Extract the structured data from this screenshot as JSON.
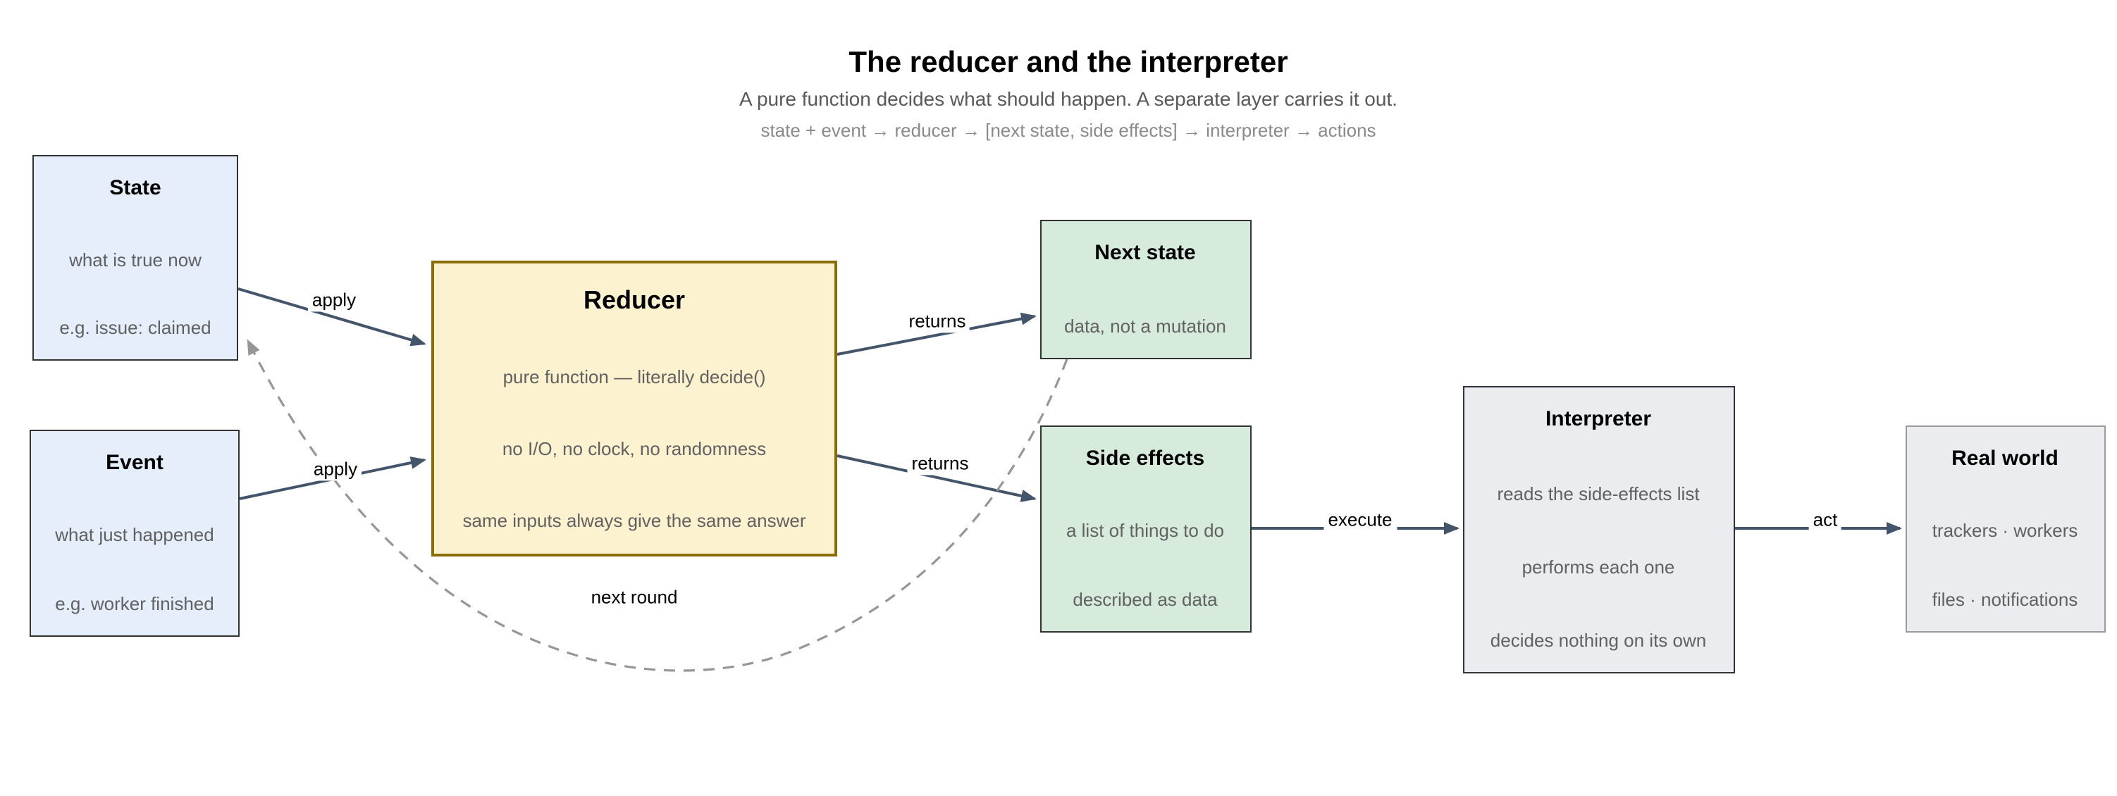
{
  "header": {
    "title": "The reducer and the interpreter",
    "subtitle": "A pure function decides what should happen. A separate layer carries it out.",
    "formula": "state + event → reducer → [next state, side effects] → interpreter → actions"
  },
  "boxes": {
    "state": {
      "title": "State",
      "lines": [
        "what is true now",
        "e.g. issue: claimed"
      ]
    },
    "event": {
      "title": "Event",
      "lines": [
        "what just happened",
        "e.g. worker finished"
      ]
    },
    "reducer": {
      "title": "Reducer",
      "lines": [
        "pure function — literally decide()",
        "no I/O, no clock, no randomness",
        "same inputs always give the same answer"
      ]
    },
    "next_state": {
      "title": "Next state",
      "lines": [
        "data, not a mutation"
      ]
    },
    "side_effects": {
      "title": "Side effects",
      "lines": [
        "a list of things to do",
        "described as data"
      ]
    },
    "interpreter": {
      "title": "Interpreter",
      "lines": [
        "reads the side-effects list",
        "performs each one",
        "decides nothing on its own"
      ]
    },
    "real_world": {
      "title": "Real world",
      "lines": [
        "trackers · workers",
        "files · notifications"
      ]
    }
  },
  "edge_labels": {
    "state_to_reducer": "apply",
    "event_to_reducer": "apply",
    "reducer_to_next_state": "returns",
    "reducer_to_side_effects": "returns",
    "side_effects_to_interpreter": "execute",
    "interpreter_to_real_world": "act",
    "feedback_loop": "next round"
  },
  "colors": {
    "box_blue_fill": "#e5eefa",
    "box_green_fill": "#d7ebdd",
    "box_cream_fill": "#fdf2d0",
    "box_gray_fill": "#eaecef",
    "reducer_border": "#8a6d08",
    "default_border": "#333333",
    "real_world_border": "#9a9a9a",
    "arrow": "#44546a",
    "dashed_arrow": "#969696",
    "title_text": "#000000",
    "body_text": "#616161",
    "subtitle_text": "#595959",
    "formula_text": "#8a8a8a"
  }
}
